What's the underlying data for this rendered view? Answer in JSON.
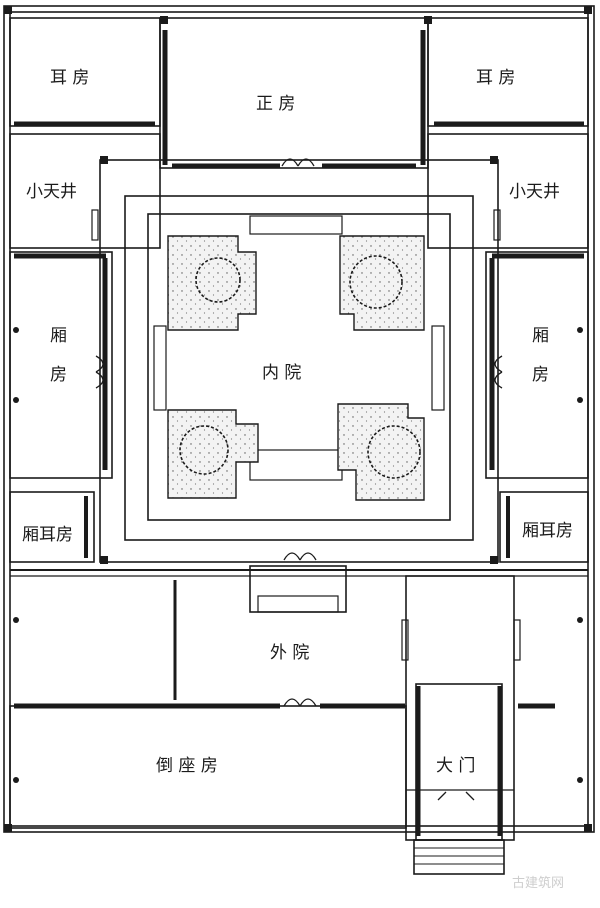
{
  "diagram": {
    "type": "courtyard-house-floor-plan",
    "colors": {
      "wall": "#1b1b1b",
      "background": "#ffffff",
      "garden_fill": "#f1f1f1"
    }
  },
  "labels": {
    "main_hall": "正 房",
    "ear_room_left": "耳 房",
    "ear_room_right": "耳 房",
    "small_court_left": "小天井",
    "small_court_right": "小天井",
    "wing_left": "厢房",
    "wing_right": "厢房",
    "inner_court": "内 院",
    "wing_ear_left": "厢耳房",
    "wing_ear_right": "厢耳房",
    "outer_court": "外 院",
    "reverse_hall": "倒 座 房",
    "gate": "大 门"
  },
  "watermark": "古建筑网"
}
